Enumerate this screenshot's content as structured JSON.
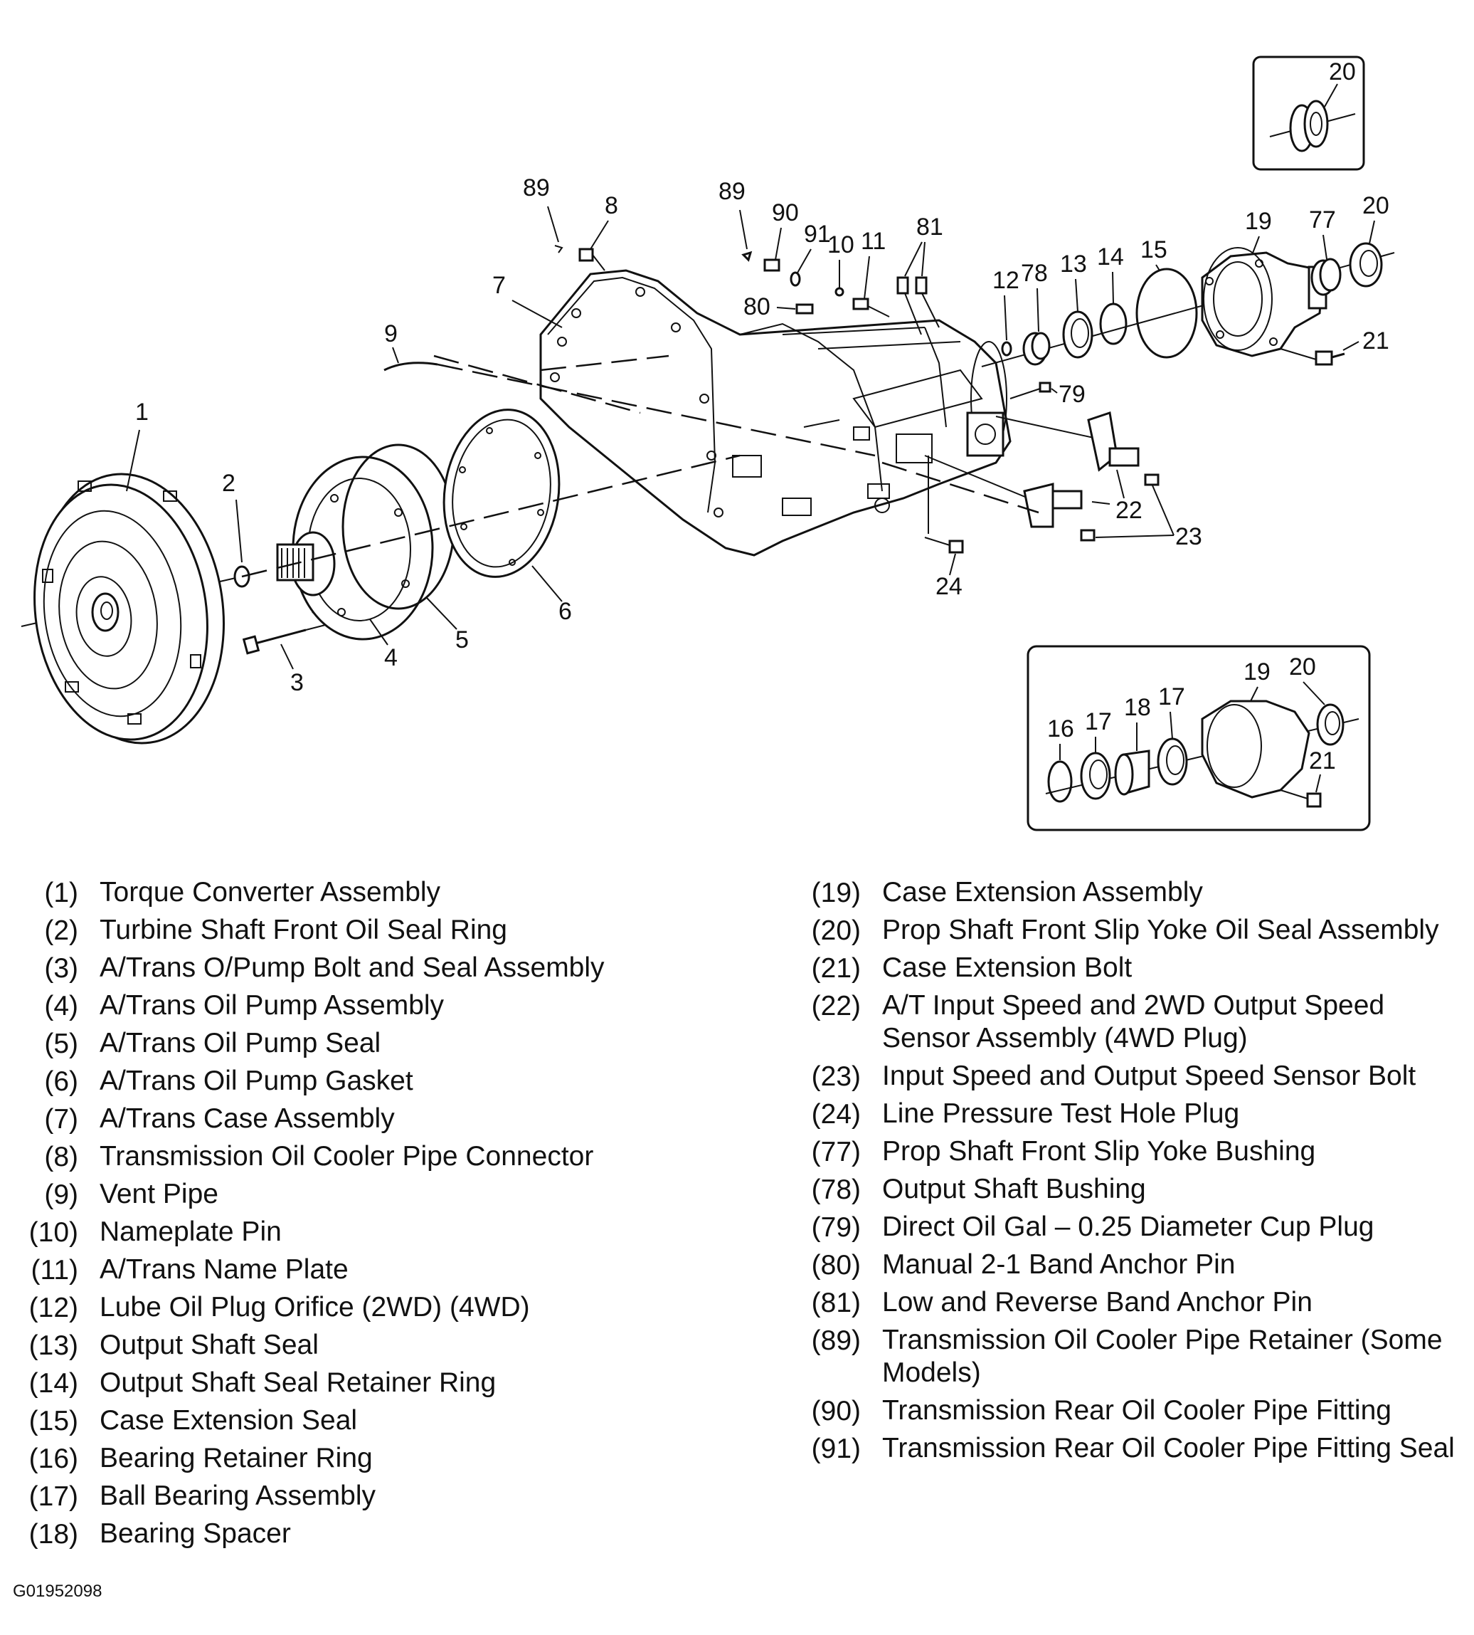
{
  "callouts": {
    "c1": "1",
    "c2": "2",
    "c3": "3",
    "c4": "4",
    "c5": "5",
    "c6": "6",
    "c7": "7",
    "c8": "8",
    "c9": "9",
    "c10": "10",
    "c11": "11",
    "c12": "12",
    "c13": "13",
    "c14": "14",
    "c15": "15",
    "c19": "19",
    "c20": "20",
    "c21": "21",
    "c22": "22",
    "c23": "23",
    "c24": "24",
    "c77": "77",
    "c78": "78",
    "c79": "79",
    "c80": "80",
    "c81": "81",
    "c89": "89",
    "c90": "90",
    "c91": "91",
    "inset_top": "20",
    "inset_bottom": {
      "c16": "16",
      "c17a": "17",
      "c18": "18",
      "c17b": "17",
      "c19": "19",
      "c20": "20",
      "c21": "21"
    }
  },
  "legend_left": [
    {
      "num": "(1)",
      "desc": "Torque Converter Assembly"
    },
    {
      "num": "(2)",
      "desc": "Turbine Shaft Front Oil Seal Ring"
    },
    {
      "num": "(3)",
      "desc": "A/Trans O/Pump Bolt and Seal Assembly"
    },
    {
      "num": "(4)",
      "desc": "A/Trans Oil Pump Assembly"
    },
    {
      "num": "(5)",
      "desc": "A/Trans Oil Pump Seal"
    },
    {
      "num": "(6)",
      "desc": "A/Trans Oil Pump Gasket"
    },
    {
      "num": "(7)",
      "desc": "A/Trans Case Assembly"
    },
    {
      "num": "(8)",
      "desc": "Transmission Oil Cooler Pipe Connector"
    },
    {
      "num": "(9)",
      "desc": "Vent Pipe"
    },
    {
      "num": "(10)",
      "desc": "Nameplate Pin"
    },
    {
      "num": "(11)",
      "desc": "A/Trans Name Plate"
    },
    {
      "num": "(12)",
      "desc": "Lube Oil Plug Orifice (2WD) (4WD)"
    },
    {
      "num": "(13)",
      "desc": "Output Shaft Seal"
    },
    {
      "num": "(14)",
      "desc": "Output Shaft Seal Retainer Ring"
    },
    {
      "num": "(15)",
      "desc": "Case Extension Seal"
    },
    {
      "num": "(16)",
      "desc": "Bearing Retainer Ring"
    },
    {
      "num": "(17)",
      "desc": "Ball Bearing Assembly"
    },
    {
      "num": "(18)",
      "desc": "Bearing Spacer"
    }
  ],
  "legend_right": [
    {
      "num": "(19)",
      "desc": "Case Extension Assembly"
    },
    {
      "num": "(20)",
      "desc": "Prop Shaft Front Slip Yoke Oil Seal Assembly"
    },
    {
      "num": "(21)",
      "desc": "Case Extension Bolt"
    },
    {
      "num": "(22)",
      "desc": "A/T Input Speed and 2WD Output Speed Sensor Assembly (4WD Plug)"
    },
    {
      "num": "(23)",
      "desc": "Input Speed and Output Speed Sensor Bolt"
    },
    {
      "num": "(24)",
      "desc": "Line Pressure Test Hole Plug"
    },
    {
      "num": "(77)",
      "desc": "Prop Shaft Front Slip Yoke Bushing"
    },
    {
      "num": "(78)",
      "desc": "Output Shaft Bushing"
    },
    {
      "num": "(79)",
      "desc": "Direct Oil Gal – 0.25 Diameter Cup Plug"
    },
    {
      "num": "(80)",
      "desc": "Manual 2-1 Band Anchor Pin"
    },
    {
      "num": "(81)",
      "desc": "Low and Reverse Band Anchor Pin"
    },
    {
      "num": "(89)",
      "desc": "Transmission Oil Cooler Pipe Retainer (Some Models)"
    },
    {
      "num": "(90)",
      "desc": "Transmission Rear Oil Cooler Pipe Fitting"
    },
    {
      "num": "(91)",
      "desc": "Transmission Rear Oil Cooler Pipe Fitting Seal"
    }
  ],
  "figure_code": "G01952098"
}
